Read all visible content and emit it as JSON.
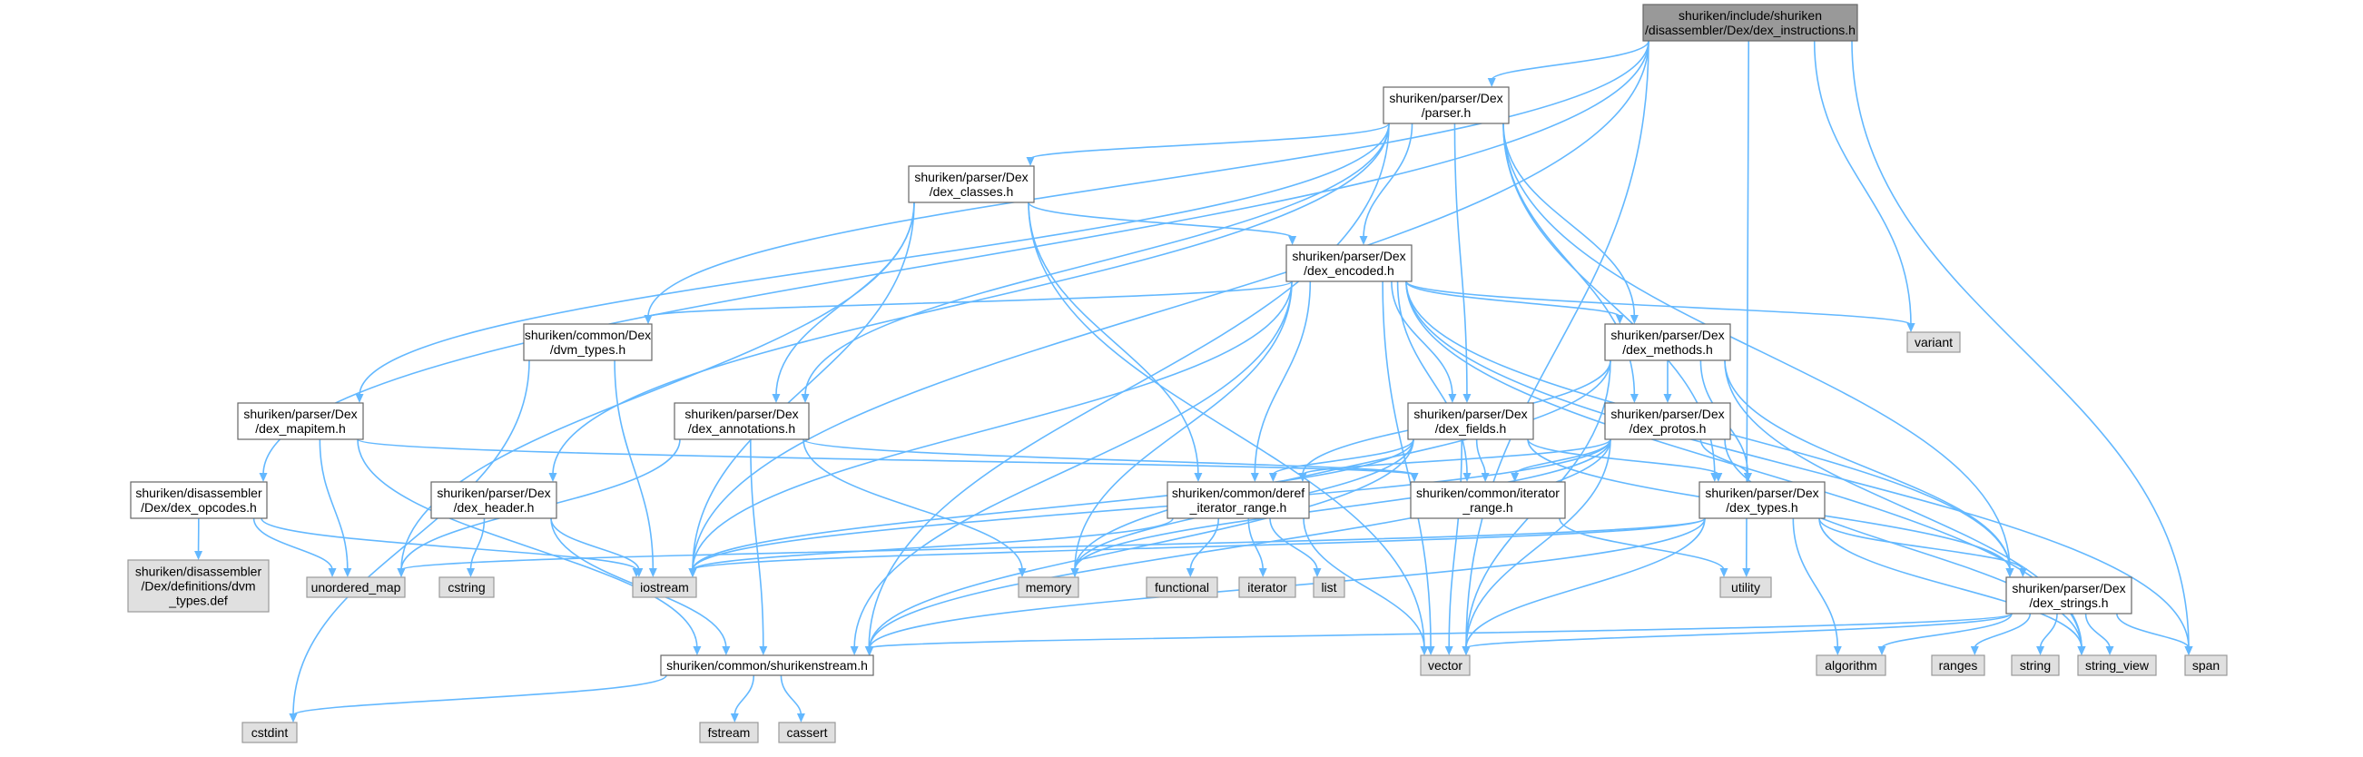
{
  "diagram": {
    "type": "include-dependency-graph",
    "colors": {
      "edge": "#63b8ff",
      "root_fill": "#999999",
      "file_fill": "#ffffff",
      "system_fill": "#e0e0e0",
      "border": "#666666"
    },
    "nodes": [
      {
        "id": "root",
        "kind": "root",
        "lines": [
          "shuriken/include/shuriken",
          "/disassembler/Dex/dex_instructions.h"
        ]
      },
      {
        "id": "parser",
        "kind": "file",
        "lines": [
          "shuriken/parser/Dex",
          "/parser.h"
        ]
      },
      {
        "id": "dex_classes",
        "kind": "file",
        "lines": [
          "shuriken/parser/Dex",
          "/dex_classes.h"
        ]
      },
      {
        "id": "dex_encoded",
        "kind": "file",
        "lines": [
          "shuriken/parser/Dex",
          "/dex_encoded.h"
        ]
      },
      {
        "id": "dvm_types",
        "kind": "file",
        "lines": [
          "shuriken/common/Dex",
          "/dvm_types.h"
        ]
      },
      {
        "id": "dex_methods",
        "kind": "file",
        "lines": [
          "shuriken/parser/Dex",
          "/dex_methods.h"
        ]
      },
      {
        "id": "dex_mapitem",
        "kind": "file",
        "lines": [
          "shuriken/parser/Dex",
          "/dex_mapitem.h"
        ]
      },
      {
        "id": "dex_annotations",
        "kind": "file",
        "lines": [
          "shuriken/parser/Dex",
          "/dex_annotations.h"
        ]
      },
      {
        "id": "dex_fields",
        "kind": "file",
        "lines": [
          "shuriken/parser/Dex",
          "/dex_fields.h"
        ]
      },
      {
        "id": "dex_protos",
        "kind": "file",
        "lines": [
          "shuriken/parser/Dex",
          "/dex_protos.h"
        ]
      },
      {
        "id": "dex_opcodes",
        "kind": "file",
        "lines": [
          "shuriken/disassembler",
          "/Dex/dex_opcodes.h"
        ]
      },
      {
        "id": "dex_header",
        "kind": "file",
        "lines": [
          "shuriken/parser/Dex",
          "/dex_header.h"
        ]
      },
      {
        "id": "deref_iter",
        "kind": "file",
        "lines": [
          "shuriken/common/deref",
          "_iterator_range.h"
        ]
      },
      {
        "id": "iter_range",
        "kind": "file",
        "lines": [
          "shuriken/common/iterator",
          "_range.h"
        ]
      },
      {
        "id": "dex_types",
        "kind": "file",
        "lines": [
          "shuriken/parser/Dex",
          "/dex_types.h"
        ]
      },
      {
        "id": "dvm_types_def",
        "kind": "ext",
        "lines": [
          "shuriken/disassembler",
          "/Dex/definitions/dvm",
          "_types.def"
        ]
      },
      {
        "id": "unordered_map",
        "kind": "ext",
        "lines": [
          "unordered_map"
        ]
      },
      {
        "id": "cstring",
        "kind": "ext",
        "lines": [
          "cstring"
        ]
      },
      {
        "id": "iostream",
        "kind": "ext",
        "lines": [
          "iostream"
        ]
      },
      {
        "id": "memory",
        "kind": "ext",
        "lines": [
          "memory"
        ]
      },
      {
        "id": "functional",
        "kind": "ext",
        "lines": [
          "functional"
        ]
      },
      {
        "id": "iterator",
        "kind": "ext",
        "lines": [
          "iterator"
        ]
      },
      {
        "id": "list",
        "kind": "ext",
        "lines": [
          "list"
        ]
      },
      {
        "id": "utility",
        "kind": "ext",
        "lines": [
          "utility"
        ]
      },
      {
        "id": "dex_strings",
        "kind": "file",
        "lines": [
          "shuriken/parser/Dex",
          "/dex_strings.h"
        ]
      },
      {
        "id": "variant",
        "kind": "ext",
        "lines": [
          "variant"
        ]
      },
      {
        "id": "shurikenstream",
        "kind": "file",
        "lines": [
          "shuriken/common/shurikenstream.h"
        ]
      },
      {
        "id": "vector",
        "kind": "ext",
        "lines": [
          "vector"
        ]
      },
      {
        "id": "algorithm",
        "kind": "ext",
        "lines": [
          "algorithm"
        ]
      },
      {
        "id": "ranges",
        "kind": "ext",
        "lines": [
          "ranges"
        ]
      },
      {
        "id": "string",
        "kind": "ext",
        "lines": [
          "string"
        ]
      },
      {
        "id": "string_view",
        "kind": "ext",
        "lines": [
          "string_view"
        ]
      },
      {
        "id": "span",
        "kind": "ext",
        "lines": [
          "span"
        ]
      },
      {
        "id": "cstdint",
        "kind": "ext",
        "lines": [
          "cstdint"
        ]
      },
      {
        "id": "fstream",
        "kind": "ext",
        "lines": [
          "fstream"
        ]
      },
      {
        "id": "cassert",
        "kind": "ext",
        "lines": [
          "cassert"
        ]
      }
    ],
    "edges": [
      [
        "root",
        "parser"
      ],
      [
        "root",
        "dvm_types"
      ],
      [
        "root",
        "dex_opcodes"
      ],
      [
        "root",
        "iostream"
      ],
      [
        "root",
        "variant"
      ],
      [
        "root",
        "utility"
      ],
      [
        "root",
        "vector"
      ],
      [
        "root",
        "span"
      ],
      [
        "parser",
        "dex_classes"
      ],
      [
        "parser",
        "dex_encoded"
      ],
      [
        "parser",
        "dex_mapitem"
      ],
      [
        "parser",
        "dex_header"
      ],
      [
        "parser",
        "dex_annotations"
      ],
      [
        "parser",
        "dex_fields"
      ],
      [
        "parser",
        "dex_methods"
      ],
      [
        "parser",
        "dex_protos"
      ],
      [
        "parser",
        "dex_types"
      ],
      [
        "parser",
        "dex_strings"
      ],
      [
        "parser",
        "shurikenstream"
      ],
      [
        "dex_classes",
        "dex_encoded"
      ],
      [
        "dex_classes",
        "dex_annotations"
      ],
      [
        "dex_classes",
        "deref_iter"
      ],
      [
        "dex_classes",
        "unordered_map"
      ],
      [
        "dex_classes",
        "iostream"
      ],
      [
        "dex_classes",
        "vector"
      ],
      [
        "dex_encoded",
        "dvm_types"
      ],
      [
        "dex_encoded",
        "dex_methods"
      ],
      [
        "dex_encoded",
        "dex_fields"
      ],
      [
        "dex_encoded",
        "deref_iter"
      ],
      [
        "dex_encoded",
        "iter_range"
      ],
      [
        "dex_encoded",
        "memory"
      ],
      [
        "dex_encoded",
        "iostream"
      ],
      [
        "dex_encoded",
        "shurikenstream"
      ],
      [
        "dex_encoded",
        "vector"
      ],
      [
        "dex_encoded",
        "variant"
      ],
      [
        "dex_encoded",
        "span"
      ],
      [
        "dex_encoded",
        "string_view"
      ],
      [
        "dex_encoded",
        "dex_strings"
      ],
      [
        "dvm_types",
        "cstdint"
      ],
      [
        "dvm_types",
        "iostream"
      ],
      [
        "dex_methods",
        "dex_protos"
      ],
      [
        "dex_methods",
        "dex_types"
      ],
      [
        "dex_methods",
        "deref_iter"
      ],
      [
        "dex_methods",
        "dex_strings"
      ],
      [
        "dex_methods",
        "memory"
      ],
      [
        "dex_methods",
        "vector"
      ],
      [
        "dex_methods",
        "string_view"
      ],
      [
        "dex_mapitem",
        "unordered_map"
      ],
      [
        "dex_mapitem",
        "shurikenstream"
      ],
      [
        "dex_mapitem",
        "iter_range"
      ],
      [
        "dex_annotations",
        "iter_range"
      ],
      [
        "dex_annotations",
        "unordered_map"
      ],
      [
        "dex_annotations",
        "memory"
      ],
      [
        "dex_annotations",
        "shurikenstream"
      ],
      [
        "dex_fields",
        "dex_types"
      ],
      [
        "dex_fields",
        "deref_iter"
      ],
      [
        "dex_fields",
        "iter_range"
      ],
      [
        "dex_fields",
        "dex_strings"
      ],
      [
        "dex_fields",
        "memory"
      ],
      [
        "dex_fields",
        "iostream"
      ],
      [
        "dex_fields",
        "vector"
      ],
      [
        "dex_fields",
        "shurikenstream"
      ],
      [
        "dex_protos",
        "dex_types"
      ],
      [
        "dex_protos",
        "deref_iter"
      ],
      [
        "dex_protos",
        "iter_range"
      ],
      [
        "dex_protos",
        "memory"
      ],
      [
        "dex_protos",
        "iostream"
      ],
      [
        "dex_protos",
        "shurikenstream"
      ],
      [
        "dex_protos",
        "vector"
      ],
      [
        "dex_protos",
        "string_view"
      ],
      [
        "dex_opcodes",
        "dvm_types_def"
      ],
      [
        "dex_opcodes",
        "unordered_map"
      ],
      [
        "dex_opcodes",
        "iostream"
      ],
      [
        "dex_header",
        "cstring"
      ],
      [
        "dex_header",
        "iostream"
      ],
      [
        "dex_header",
        "shurikenstream"
      ],
      [
        "deref_iter",
        "iostream"
      ],
      [
        "deref_iter",
        "functional"
      ],
      [
        "deref_iter",
        "iterator"
      ],
      [
        "deref_iter",
        "list"
      ],
      [
        "deref_iter",
        "vector"
      ],
      [
        "iter_range",
        "utility"
      ],
      [
        "dex_types",
        "dex_strings"
      ],
      [
        "dex_types",
        "unordered_map"
      ],
      [
        "dex_types",
        "iostream"
      ],
      [
        "dex_types",
        "shurikenstream"
      ],
      [
        "dex_types",
        "vector"
      ],
      [
        "dex_types",
        "algorithm"
      ],
      [
        "dex_types",
        "string_view"
      ],
      [
        "dex_strings",
        "shurikenstream"
      ],
      [
        "dex_strings",
        "vector"
      ],
      [
        "dex_strings",
        "algorithm"
      ],
      [
        "dex_strings",
        "ranges"
      ],
      [
        "dex_strings",
        "string"
      ],
      [
        "dex_strings",
        "string_view"
      ],
      [
        "dex_strings",
        "span"
      ],
      [
        "shurikenstream",
        "cstdint"
      ],
      [
        "shurikenstream",
        "fstream"
      ],
      [
        "shurikenstream",
        "cassert"
      ]
    ]
  }
}
